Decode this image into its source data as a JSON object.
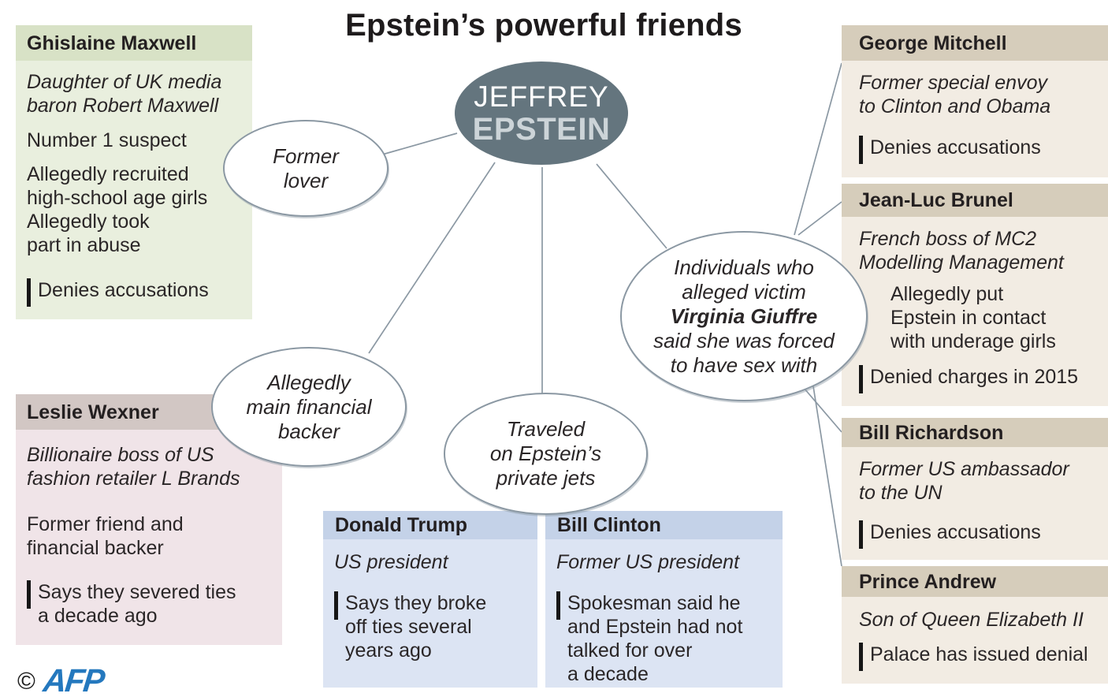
{
  "title": "Epstein’s powerful friends",
  "central_node": {
    "first_name": "JEFFREY",
    "last_name": "EPSTEIN"
  },
  "relationship_bubbles": {
    "former_lover": "Former\nlover",
    "financial_backer": "Allegedly\nmain financial\nbacker",
    "private_jets": "Traveled\non Epstein’s\nprivate jets",
    "individuals": {
      "before": "Individuals who\nalleged victim",
      "victim_name": "Virginia Giuffre",
      "after": "said she was forced\nto have sex with"
    }
  },
  "people": {
    "maxwell": {
      "name": "Ghislaine Maxwell",
      "description": "Daughter of UK media\nbaron Robert Maxwell",
      "facts": [
        "Number 1 suspect",
        "Allegedly recruited\nhigh-school age girls\nAllegedly took\npart in abuse"
      ],
      "denial": "Denies accusations"
    },
    "wexner": {
      "name": "Leslie Wexner",
      "description": "Billionaire boss of US\nfashion retailer L Brands",
      "facts": [
        "Former friend and\nfinancial backer"
      ],
      "denial": "Says they severed ties\na decade ago"
    },
    "trump": {
      "name": "Donald Trump",
      "description": "US president",
      "denial": "Says they broke\noff ties several\nyears ago"
    },
    "clinton": {
      "name": "Bill Clinton",
      "description": "Former US president",
      "denial": "Spokesman said he\nand Epstein had not\ntalked for over\na decade"
    },
    "mitchell": {
      "name": "George Mitchell",
      "description": "Former special envoy\nto Clinton and Obama",
      "denial": "Denies accusations"
    },
    "brunel": {
      "name": "Jean-Luc Brunel",
      "description": "French boss of MC2\nModelling Management",
      "facts": [
        "Allegedly put\nEpstein in contact\nwith underage girls"
      ],
      "denial": "Denied charges in 2015"
    },
    "richardson": {
      "name": "Bill Richardson",
      "description": "Former US ambassador\nto the UN",
      "denial": "Denies accusations"
    },
    "andrew": {
      "name": "Prince Andrew",
      "description": "Son of Queen Elizabeth II",
      "denial": "Palace has issued denial"
    }
  },
  "footer": {
    "copyright_symbol": "©",
    "credit": "AFP"
  },
  "colors": {
    "central_node_fill": "#64757e",
    "connector_gray": "#8b98a3",
    "card_green_header": "#d8e2c6",
    "card_green_body": "#e9efde",
    "card_pink_header": "#d2c7c4",
    "card_pink_body": "#f0e4e8",
    "card_blue_header": "#c4d2e8",
    "card_blue_body": "#dce4f3",
    "card_tan_header": "#d6cdbb",
    "card_tan_body": "#f2ece3",
    "afp_blue": "#2478be",
    "text_dark": "#231f20"
  }
}
